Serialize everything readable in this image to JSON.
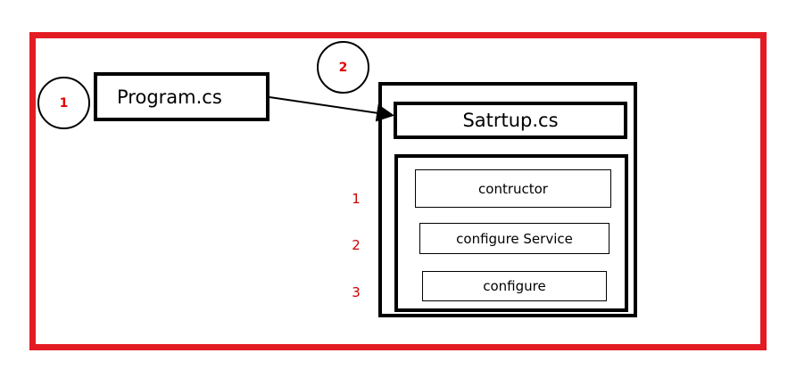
{
  "colors": {
    "frame": "#e31b23",
    "numbers": "#e00000",
    "stroke": "#000000"
  },
  "steps": {
    "step1": "1",
    "step2": "2"
  },
  "program": {
    "label": "Program.cs"
  },
  "startup": {
    "title": "Satrtup.cs",
    "methods": [
      {
        "order": "1",
        "label": "contructor"
      },
      {
        "order": "2",
        "label": "configure Service"
      },
      {
        "order": "3",
        "label": "configure"
      }
    ]
  }
}
